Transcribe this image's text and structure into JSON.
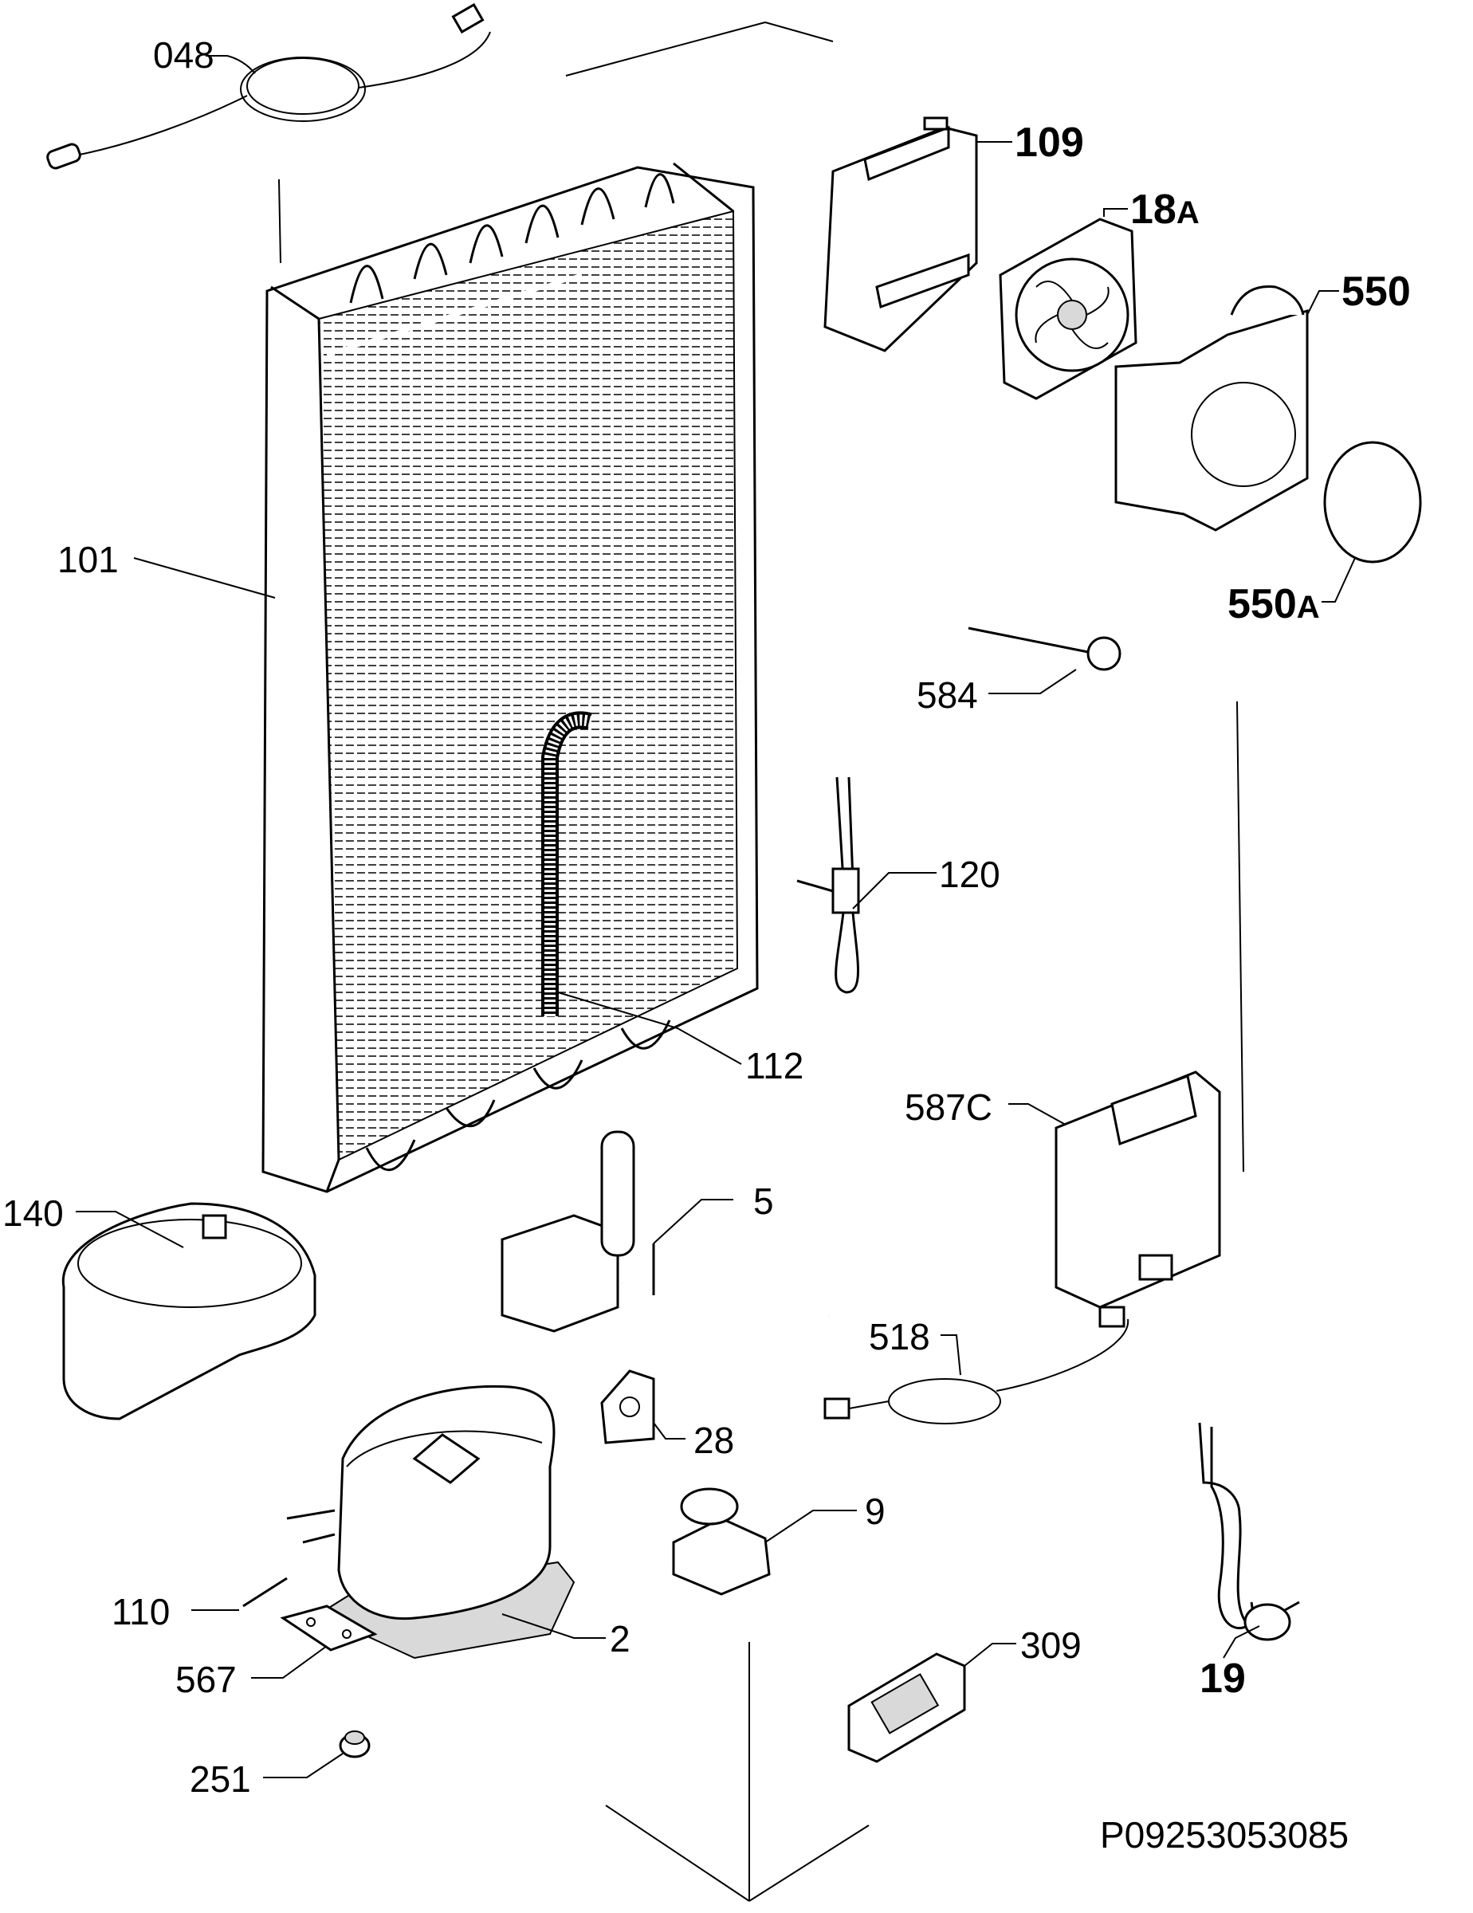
{
  "labels": {
    "l048": "048",
    "l109": "109",
    "l18a": "18",
    "l18a_suffix": "A",
    "l550": "550",
    "l550a": "550",
    "l550a_suffix": "A",
    "l101": "101",
    "l584": "584",
    "l120": "120",
    "l112": "112",
    "l587c": "587C",
    "l140": "140",
    "l5": "5",
    "l518": "518",
    "l28": "28",
    "l9": "9",
    "l110": "110",
    "l2": "2",
    "l309": "309",
    "l19": "19",
    "l567": "567",
    "l251": "251"
  },
  "reference_code": "P09253053085"
}
